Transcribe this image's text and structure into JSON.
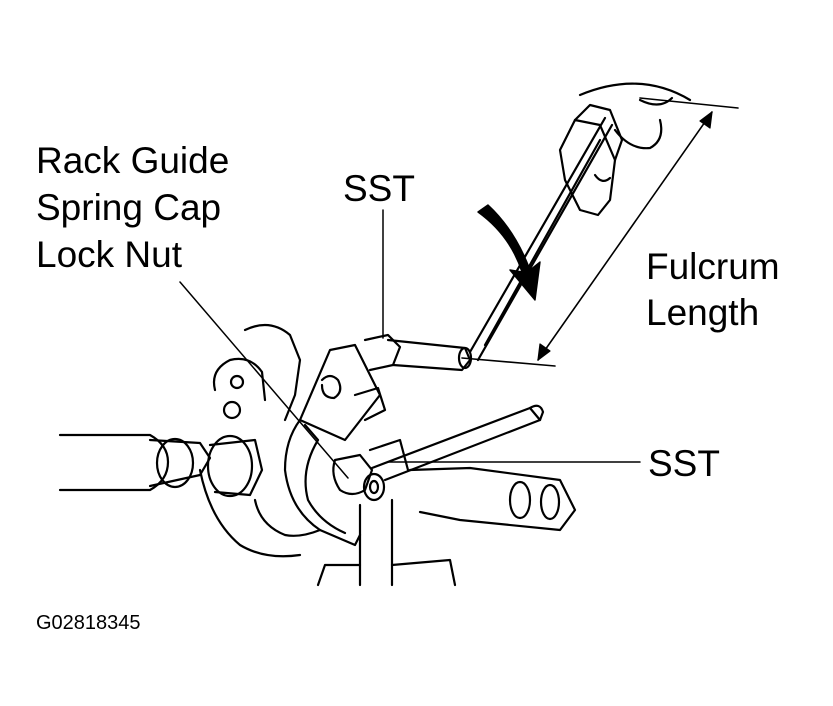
{
  "labels": {
    "rack_guide": [
      "Rack Guide",
      "Spring Cap",
      "Lock Nut"
    ],
    "sst_top": "SST",
    "fulcrum": [
      "Fulcrum",
      "Length"
    ],
    "sst_right": "SST"
  },
  "figure_id": "G02818345",
  "colors": {
    "ink": "#000000",
    "paper": "#ffffff"
  }
}
